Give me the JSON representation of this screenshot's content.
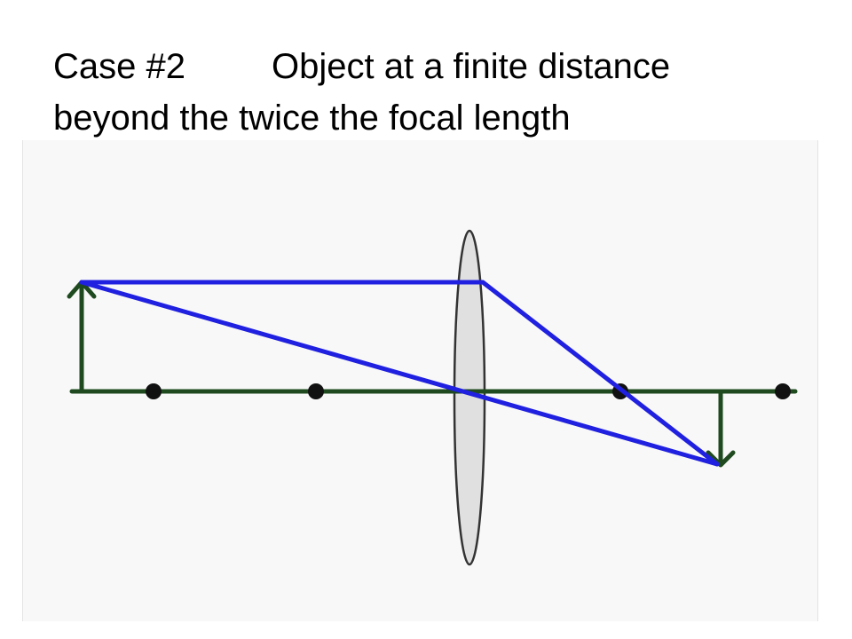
{
  "title": {
    "case_label": "Case #2",
    "line1_rest": "Object at a finite distance",
    "line2": "beyond the twice the focal length"
  },
  "colors": {
    "axis": "#1f4a1f",
    "rays": "#2020e0",
    "lens_fill": "#e0e0e0",
    "lens_stroke": "#333333",
    "points": "#111111",
    "panel_background": "#f8f8f8"
  }
}
